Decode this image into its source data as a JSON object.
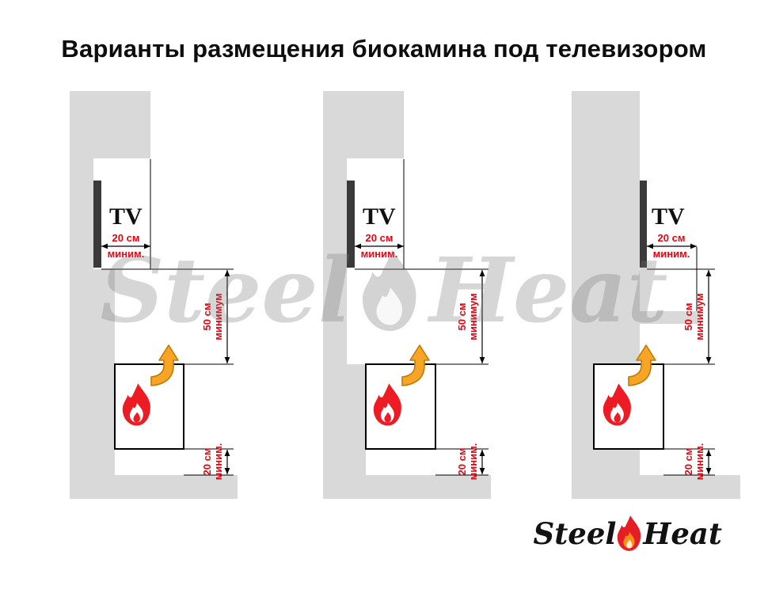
{
  "title": "Варианты размещения биокамина под телевизором",
  "watermark": {
    "steel": "Steel",
    "heat": "Heat"
  },
  "logo": {
    "steel": "Steel",
    "heat": "Heat"
  },
  "labels": {
    "tv": "TV",
    "depth_min_line1": "20 см",
    "depth_min_line2": "миним.",
    "height_min_line1": "50 см",
    "height_min_line2": "минимум",
    "bottom_min_line1": "20 см",
    "bottom_min_line2": "миним."
  },
  "colors": {
    "dimension_text": "#e30613",
    "wall": "#d9d9d9",
    "tv": "#3a3a3a",
    "flame": "#ed1c24",
    "arrow": "#f7a427"
  }
}
